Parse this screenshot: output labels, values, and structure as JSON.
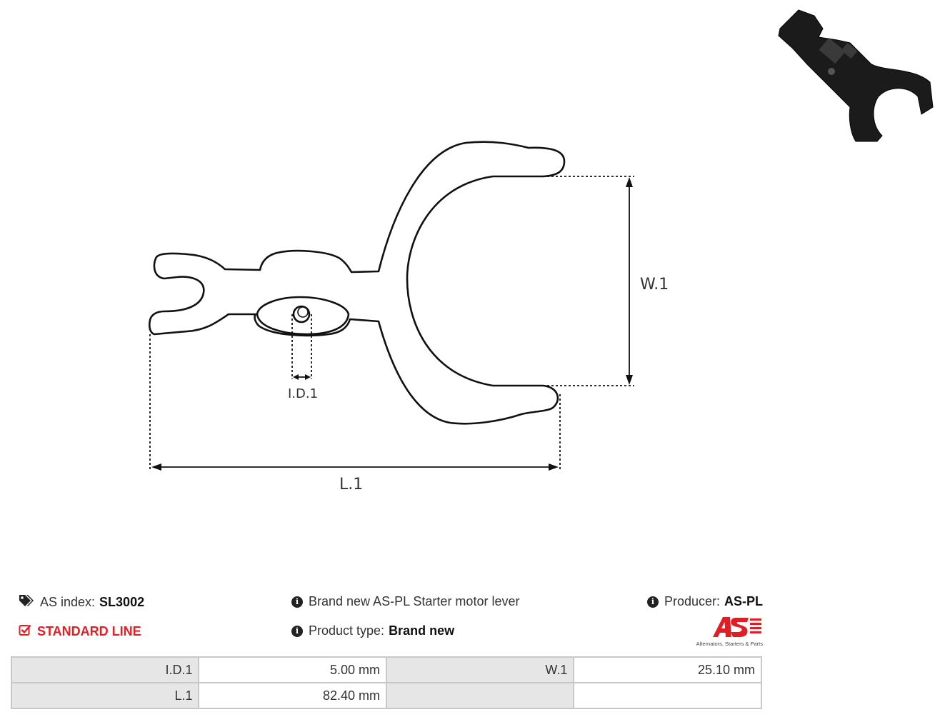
{
  "drawing": {
    "labels": {
      "width": "W.1",
      "inner_diameter": "I.D.1",
      "length": "L.1"
    }
  },
  "info": {
    "as_index_label": "AS index:",
    "as_index_value": "SL3002",
    "line": "STANDARD LINE",
    "description": "Brand new AS-PL Starter motor lever",
    "product_type_label": "Product type:",
    "product_type_value": "Brand new",
    "producer_label": "Producer:",
    "producer_value": "AS-PL"
  },
  "logo": {
    "tagline": "Alternators, Starters & Parts"
  },
  "specs": [
    {
      "key": "I.D.1",
      "value": "5.00 mm",
      "key2": "W.1",
      "value2": "25.10 mm"
    },
    {
      "key": "L.1",
      "value": "82.40 mm",
      "key2": "",
      "value2": ""
    }
  ],
  "colors": {
    "accent": "#e01e26",
    "table_border": "#c8c8c8",
    "key_cell": "#e6e6e6"
  }
}
